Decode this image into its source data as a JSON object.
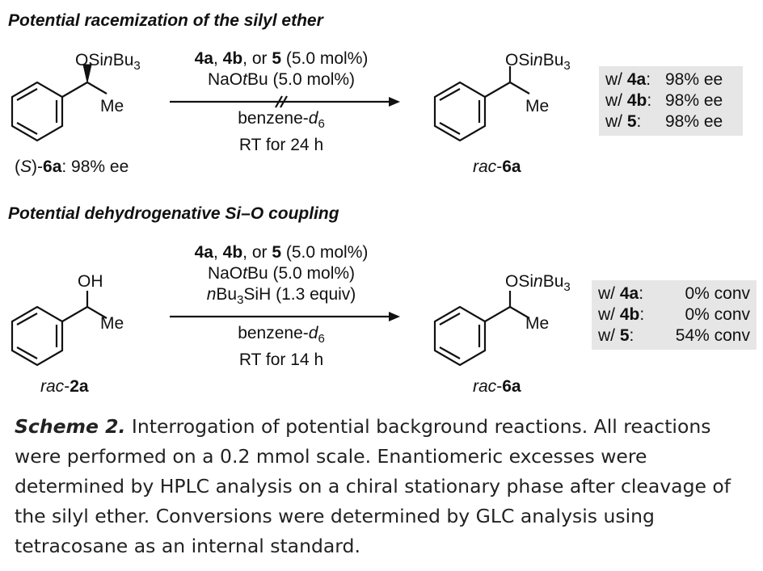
{
  "scheme1": {
    "heading": "Potential racemization of the silyl ether",
    "reactant": {
      "group": "OSinBu3",
      "me": "Me",
      "label_prefix": "(S)-",
      "label_compound": "6a",
      "label_suffix": ": 98% ee"
    },
    "conditions": [
      "4a, 4b, or 5 (5.0 mol%)",
      "NaOtBu (5.0 mol%)",
      "benzene-d6",
      "RT for 24 h"
    ],
    "product": {
      "group": "OSinBu3",
      "me": "Me",
      "label_prefix": "rac-",
      "label_compound": "6a"
    },
    "results": [
      {
        "cat": "4a",
        "value": "98% ee"
      },
      {
        "cat": "4b",
        "value": "98% ee"
      },
      {
        "cat": "5",
        "value": "98% ee"
      }
    ]
  },
  "scheme2": {
    "heading": "Potential dehydrogenative Si–O coupling",
    "reactant": {
      "group": "OH",
      "me": "Me",
      "label_prefix": "rac-",
      "label_compound": "2a"
    },
    "conditions": [
      "4a, 4b, or 5 (5.0 mol%)",
      "NaOtBu (5.0 mol%)",
      "nBu3SiH (1.3 equiv)",
      "benzene-d6",
      "RT for 14 h"
    ],
    "product": {
      "group": "OSinBu3",
      "me": "Me",
      "label_prefix": "rac-",
      "label_compound": "6a"
    },
    "results": [
      {
        "cat": "4a",
        "value": "0% conv"
      },
      {
        "cat": "4b",
        "value": "0% conv"
      },
      {
        "cat": "5",
        "value": "54% conv"
      }
    ]
  },
  "caption": {
    "label": "Scheme 2.",
    "text": "Interrogation of potential background reactions. All reactions were performed on a 0.2 mmol scale. Enantiomeric excesses were determined by HPLC analysis on a chiral stationary phase after cleavage of the silyl ether. Conversions were determined by GLC analysis using tetracosane as an internal standard."
  },
  "w_prefix": "w/ "
}
